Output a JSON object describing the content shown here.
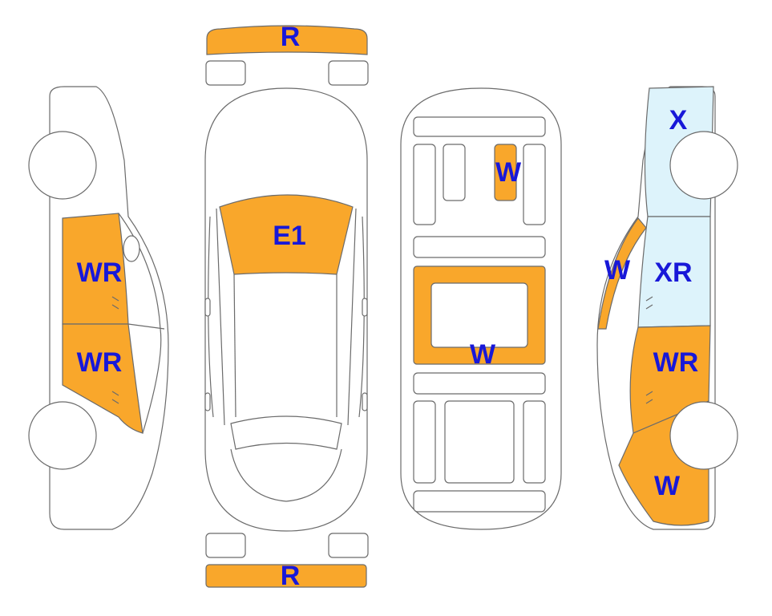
{
  "colors": {
    "damage_fill": "#F9A72B",
    "replace_fill": "#DDF3FB",
    "outline": "#6B6B6B",
    "label": "#1818D8"
  },
  "labels": {
    "front_bumper": "R",
    "rear_bumper": "R",
    "left_front_door": "WR",
    "left_rear_door": "WR",
    "hood": "E1",
    "interior_upper": "W",
    "interior_floor": "W",
    "right_front_fender": "X",
    "right_windshield_pillar": "W",
    "right_front_door": "XR",
    "right_rear_door": "WR",
    "right_rear_quarter": "W"
  }
}
